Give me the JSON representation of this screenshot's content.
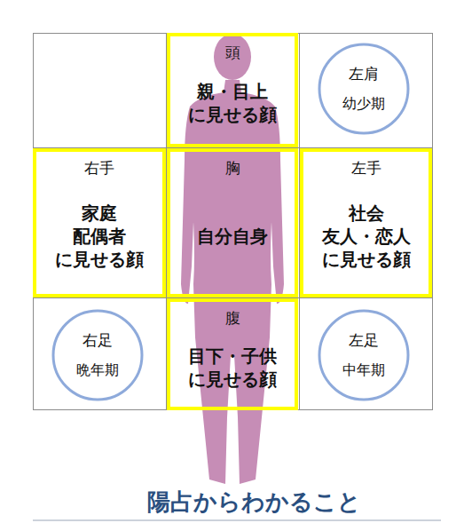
{
  "diagram": {
    "title": "陽占からわかること",
    "nodes": [
      {
        "text": [
          "頭",
          "親・目上 に見せる顔"
        ]
      },
      {
        "text": [
          "左肩",
          "幼少期"
        ]
      },
      {
        "text": [
          "右手",
          "家庭 配偶者 に見せる顔"
        ]
      },
      {
        "text": [
          "胸",
          "自分自身"
        ]
      },
      {
        "text": [
          "左手",
          "社会 友人・恋人 に見せる顔"
        ]
      },
      {
        "text": [
          "右足",
          "晩年期"
        ]
      },
      {
        "text": [
          "腹",
          "目下・子供 に見せる顔"
        ]
      },
      {
        "text": [
          "左足",
          "中年期"
        ]
      }
    ]
  }
}
